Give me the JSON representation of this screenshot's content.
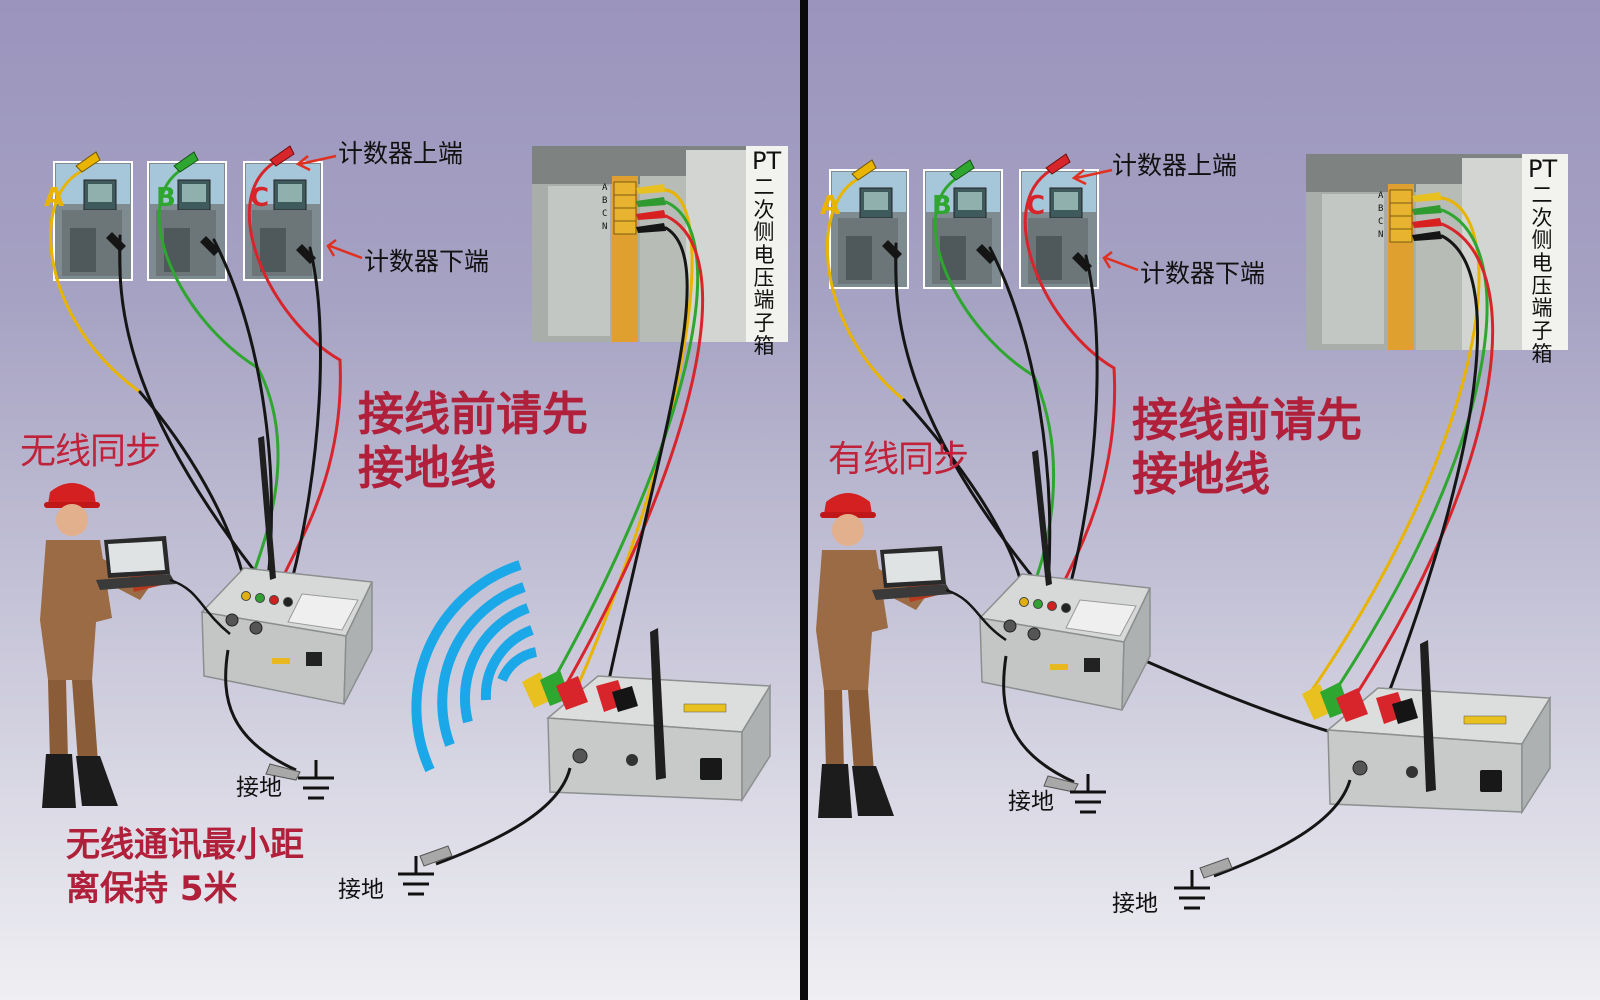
{
  "left_panel": {
    "sync_mode": "无线同步",
    "warning_line1": "接线前请先",
    "warning_line2": "接地线",
    "counter_top": "计数器上端",
    "counter_bottom": "计数器下端",
    "phases": [
      "A",
      "B",
      "C"
    ],
    "pt_title": "PT",
    "pt_subtitle": "二次侧电压端子箱",
    "ground_label_1": "接地",
    "ground_label_2": "接地",
    "distance_note_line1": "无线通讯最小距",
    "distance_note_line2": "离保持 5米"
  },
  "right_panel": {
    "sync_mode": "有线同步",
    "warning_line1": "接线前请先",
    "warning_line2": "接地线",
    "counter_top": "计数器上端",
    "counter_bottom": "计数器下端",
    "phases": [
      "A",
      "B",
      "C"
    ],
    "pt_title": "PT",
    "pt_subtitle": "二次侧电压端子箱",
    "ground_label_1": "接地",
    "ground_label_2": "接地"
  },
  "colors": {
    "background_top": "#9b94bd",
    "background_bottom": "#efeff3",
    "divider": "#0a0a0a",
    "warning_text": "#b0203a",
    "phase_a": "#e8b400",
    "phase_b": "#2fa62f",
    "phase_c": "#d8252b",
    "neutral_wire": "#151515",
    "wireless_signal": "#1aa8e8",
    "helmet": "#d42020",
    "annotation_arrow": "#e03020"
  },
  "icons": [
    "ground-symbol-icon",
    "wireless-signal-icon",
    "arrow-icon",
    "worker-figure",
    "laptop-icon",
    "antenna-icon"
  ]
}
